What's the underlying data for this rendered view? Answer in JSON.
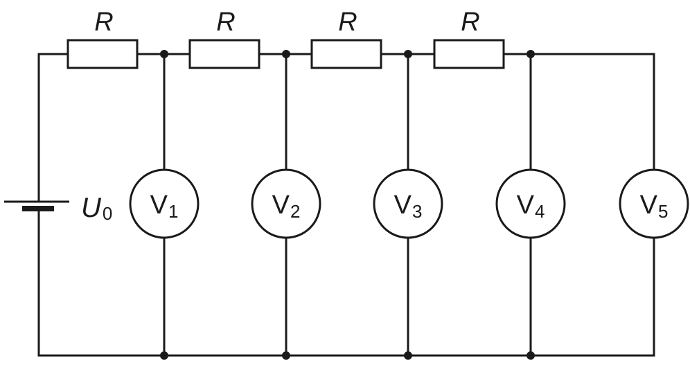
{
  "source": {
    "label": "U",
    "subscript": "0"
  },
  "resistors": [
    {
      "label": "R"
    },
    {
      "label": "R"
    },
    {
      "label": "R"
    },
    {
      "label": "R"
    }
  ],
  "voltmeters": [
    {
      "label": "V",
      "subscript": "1"
    },
    {
      "label": "V",
      "subscript": "2"
    },
    {
      "label": "V",
      "subscript": "3"
    },
    {
      "label": "V",
      "subscript": "4"
    },
    {
      "label": "V",
      "subscript": "5"
    }
  ]
}
